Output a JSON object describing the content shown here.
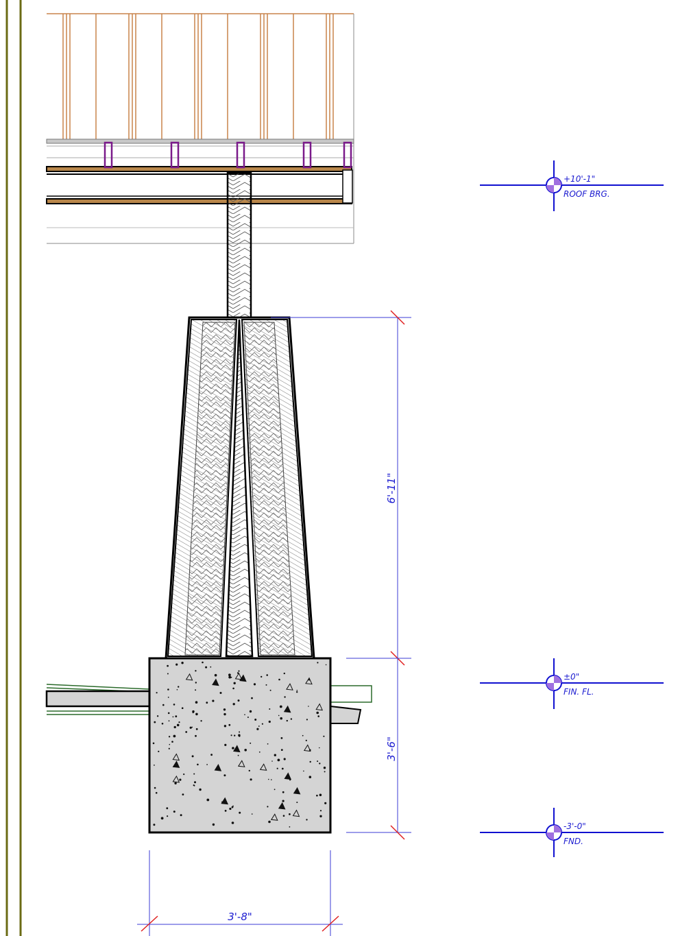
{
  "colors": {
    "border": "#6b6b14",
    "dimension": "#3b3bd6",
    "level_line": "#1010d0",
    "level_marker_fill": "#a070e0",
    "tick": "#e02020",
    "rafter": "#c8844a",
    "blocking": "#7a1a8a",
    "beam": "#b8864a",
    "concrete": "#d4d4d4",
    "slab_edge": "#2a6a2a"
  },
  "dimensions": {
    "post_height": "6'-11\"",
    "footing_height": "3'-6\"",
    "footing_width": "3'-8\""
  },
  "levels": [
    {
      "id": "roof-brg",
      "elevation": "+10'-1\"",
      "name": "ROOF BRG."
    },
    {
      "id": "fin-fl",
      "elevation": "±0\"",
      "name": "FIN. FL."
    },
    {
      "id": "fnd",
      "elevation": "-3'-0\"",
      "name": "FND."
    }
  ],
  "icons": {
    "level_marker": "level-datum-icon",
    "dimension_tick": "dimension-tick-icon"
  }
}
